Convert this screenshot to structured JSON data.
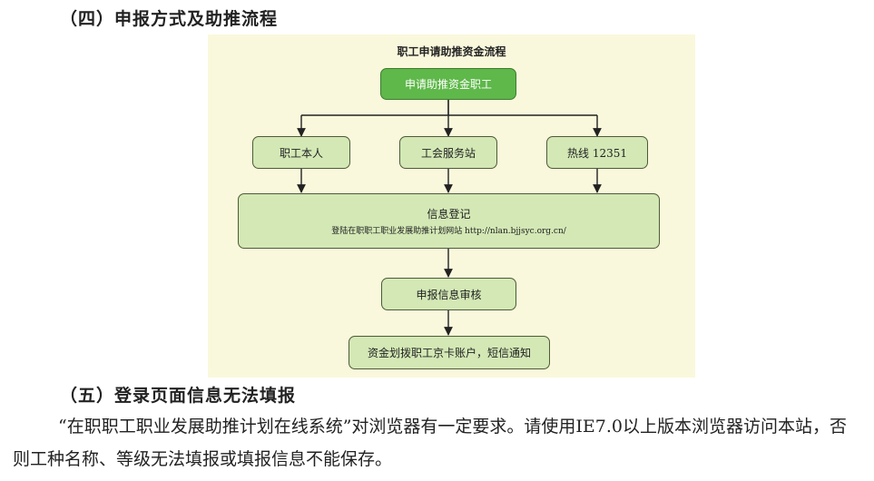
{
  "section4": {
    "heading": "（四）申报方式及助推流程"
  },
  "diagram": {
    "title": "职工申请助推资金流程",
    "start": "申请助推资金职工",
    "channels": [
      "职工本人",
      "工会服务站",
      "热线 12351"
    ],
    "register": {
      "title": "信息登记",
      "subtitle": "登陆在职职工职业发展助推计划网站 http://nlan.bjjsyc.org.cn/"
    },
    "review": "申报信息审核",
    "final": "资金划拨职工京卡账户，短信通知",
    "colors": {
      "panel": "#faf8dc",
      "start_box": "#5fb84a",
      "box": "#d3e8b5",
      "border": "#4f5a37",
      "arrow": "#222222"
    }
  },
  "section5": {
    "heading": "（五）登录页面信息无法填报",
    "paragraph": "“在职职工职业发展助推计划在线系统”对浏览器有一定要求。请使用IE7.0以上版本浏览器访问本站，否则工种名称、等级无法填报或填报信息不能保存。"
  }
}
